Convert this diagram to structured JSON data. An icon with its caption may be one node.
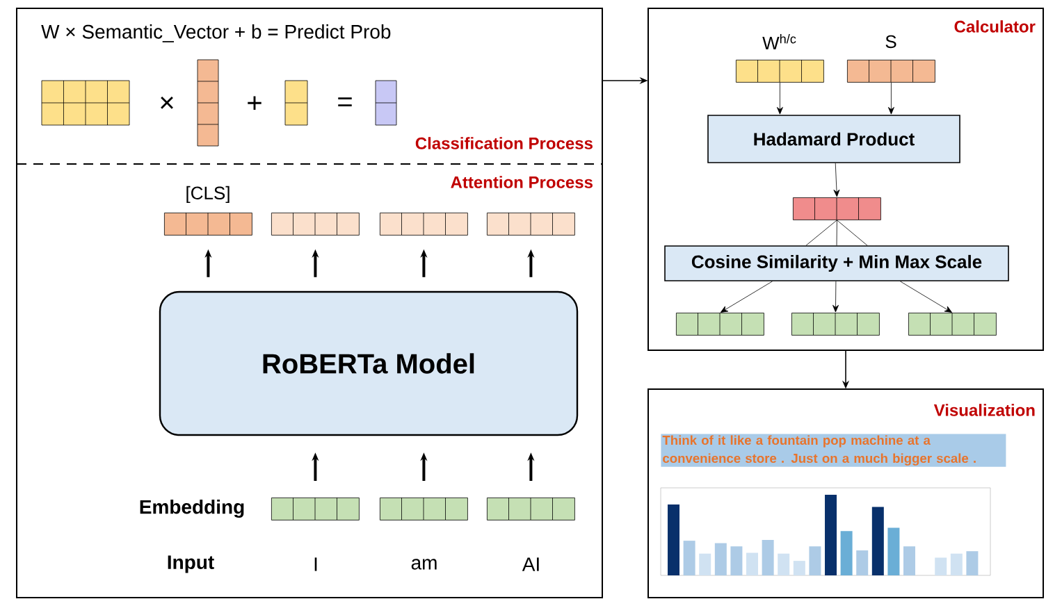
{
  "diagram": {
    "nodes": [
      {
        "text": [
          "W × Semantic_Vector + b = Predict Prob",
          "Classification Process"
        ]
      },
      {
        "text": [
          "Attention Process"
        ]
      },
      {
        "text": [],
        "shape": "box",
        "in": 1,
        "beside": [
          "[CLS]"
        ]
      },
      {
        "text": [],
        "shape": "box",
        "in": 1
      },
      {
        "text": [],
        "shape": "box",
        "in": 1
      },
      {
        "text": [],
        "shape": "box",
        "in": 1
      },
      {
        "text": [
          "RoBERTa Model"
        ],
        "in": 1
      },
      {
        "text": [],
        "shape": "box",
        "in": 1
      },
      {
        "text": [],
        "shape": "box",
        "in": 1
      },
      {
        "text": [],
        "shape": "box",
        "in": 1
      },
      {
        "text": [
          "Calculator"
        ]
      },
      {
        "text": [],
        "shape": "box",
        "in": 10,
        "beside": [
          "W$^{h/c}$"
        ]
      },
      {
        "text": [],
        "shape": "box",
        "in": 10,
        "beside": [
          "S"
        ]
      },
      {
        "text": [
          "Hadamard Product"
        ],
        "in": 10
      },
      {
        "text": [],
        "shape": "box",
        "in": 10
      },
      {
        "text": [
          "Cosine Similarity + Min Max Scale"
        ],
        "in": 10
      },
      {
        "text": [],
        "shape": "box",
        "in": 10
      },
      {
        "text": [],
        "shape": "box",
        "in": 10
      },
      {
        "text": [],
        "shape": "box",
        "in": 10
      },
      {
        "text": [
          "Visualization",
          "Think of it like a fountain pop machine at a convenience store . Just on a much bigger scale ."
        ]
      }
    ],
    "edges": [
      {
        "from": 0,
        "to": 10,
        "arrow": "to"
      },
      {
        "from": 6,
        "to": 2,
        "arrow": "to",
        "style": "thick"
      },
      {
        "from": 6,
        "to": 3,
        "arrow": "to",
        "style": "thick"
      },
      {
        "from": 6,
        "to": 4,
        "arrow": "to",
        "style": "thick"
      },
      {
        "from": 6,
        "to": 5,
        "arrow": "to",
        "style": "thick"
      },
      {
        "from": 7,
        "to": 6,
        "arrow": "to",
        "style": "thick"
      },
      {
        "from": 8,
        "to": 6,
        "arrow": "to",
        "style": "thick"
      },
      {
        "from": 9,
        "to": 6,
        "arrow": "to",
        "style": "thick"
      },
      {
        "from": 11,
        "to": 13,
        "arrow": "to"
      },
      {
        "from": 12,
        "to": 13,
        "arrow": "to"
      },
      {
        "from": 13,
        "to": 14,
        "arrow": "to"
      },
      {
        "from": 14,
        "to": 15,
        "arrow": "none"
      },
      {
        "from": 14,
        "to": 15,
        "arrow": "none"
      },
      {
        "from": 14,
        "to": 15,
        "arrow": "none"
      },
      {
        "from": 15,
        "to": 16,
        "arrow": "to"
      },
      {
        "from": 15,
        "to": 17,
        "arrow": "to"
      },
      {
        "from": 15,
        "to": 18,
        "arrow": "to"
      },
      {
        "from": 10,
        "to": 19,
        "arrow": "to"
      }
    ],
    "labels": [
      "×",
      "+",
      "=",
      "Embedding",
      "Input",
      "I",
      "am",
      "AI"
    ]
  }
}
